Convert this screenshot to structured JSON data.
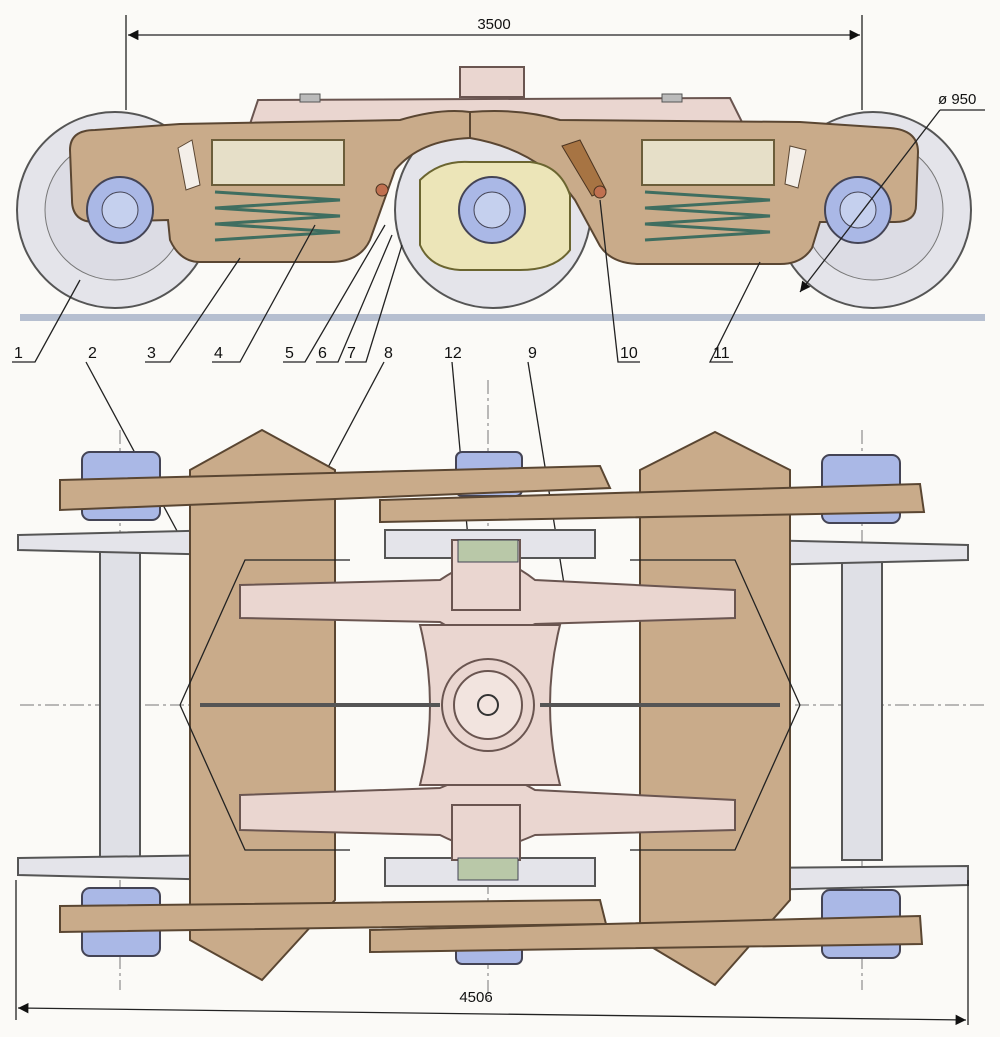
{
  "dimensions": {
    "wheelbase": "3500",
    "wheel_diameter": "ø 950",
    "overall_length": "4506"
  },
  "callouts": [
    "1",
    "2",
    "3",
    "4",
    "5",
    "6",
    "7",
    "8",
    "12",
    "9",
    "10",
    "11"
  ],
  "colors": {
    "frame": "#c9ab8a",
    "bolster": "#ead6d0",
    "axlebox": "#aab8e6",
    "spring": "#3f6e60",
    "wheel": "#e4e4ea",
    "rail": "#b6bfd0"
  }
}
